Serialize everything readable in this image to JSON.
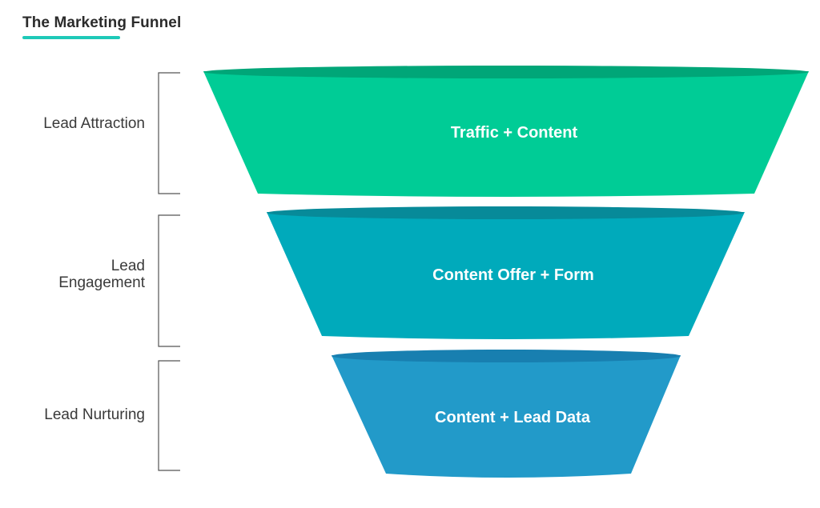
{
  "title": "The Marketing Funnel",
  "colors": {
    "accent_underline": "#1ec9b8",
    "stage_1": "#00cc96",
    "stage_1_top": "#00a678",
    "stage_2": "#00aabb",
    "stage_2_top": "#078a99",
    "stage_3": "#229ac9",
    "stage_3_top": "#187fb0"
  },
  "stages": [
    {
      "label": "Lead Attraction",
      "content": "Traffic + Content"
    },
    {
      "label": "Lead\nEngagement",
      "content": "Content Offer + Form"
    },
    {
      "label": "Lead Nurturing",
      "content": "Content + Lead Data"
    }
  ]
}
